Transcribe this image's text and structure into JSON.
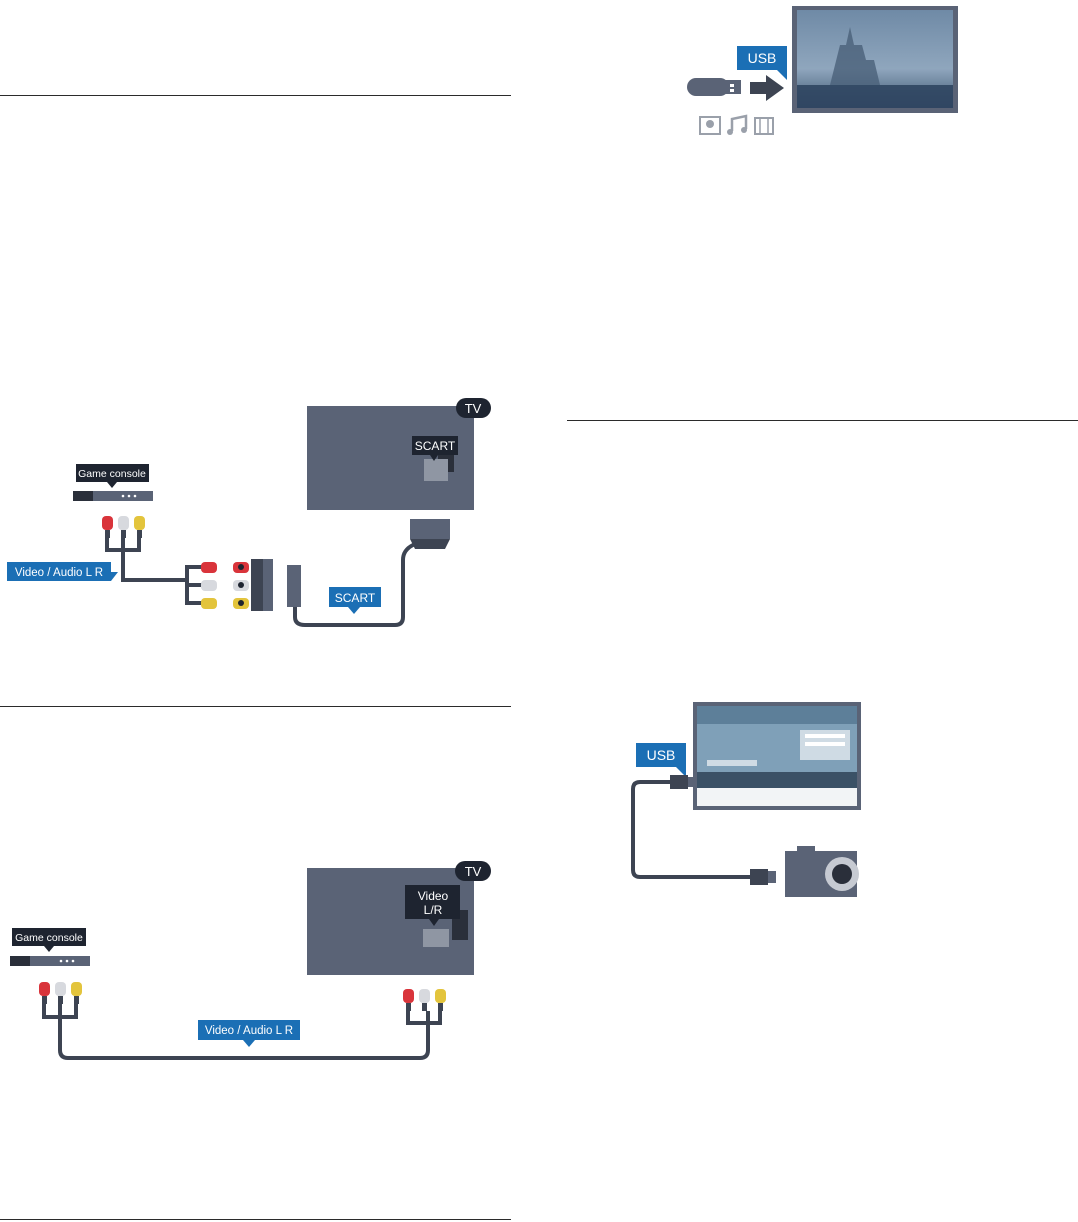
{
  "labels": {
    "usb": "USB",
    "tv": "TV",
    "scart": "SCART",
    "game_console": "Game console",
    "video_audio_lr": "Video / Audio L R",
    "video": "Video",
    "lr": "L/R"
  },
  "colors": {
    "label_blue": "#1b6fb5",
    "tv_body": "#5a6376",
    "cable": "#3d4452",
    "dark_label": "#1e2430",
    "plug_red": "#d9343b",
    "plug_white": "#d7d9de",
    "plug_yellow": "#e3c43c"
  },
  "icons": [
    "usb-stick-icon",
    "arrow-right-icon",
    "photo-icon",
    "music-note-icon",
    "film-icon",
    "camera-icon"
  ]
}
